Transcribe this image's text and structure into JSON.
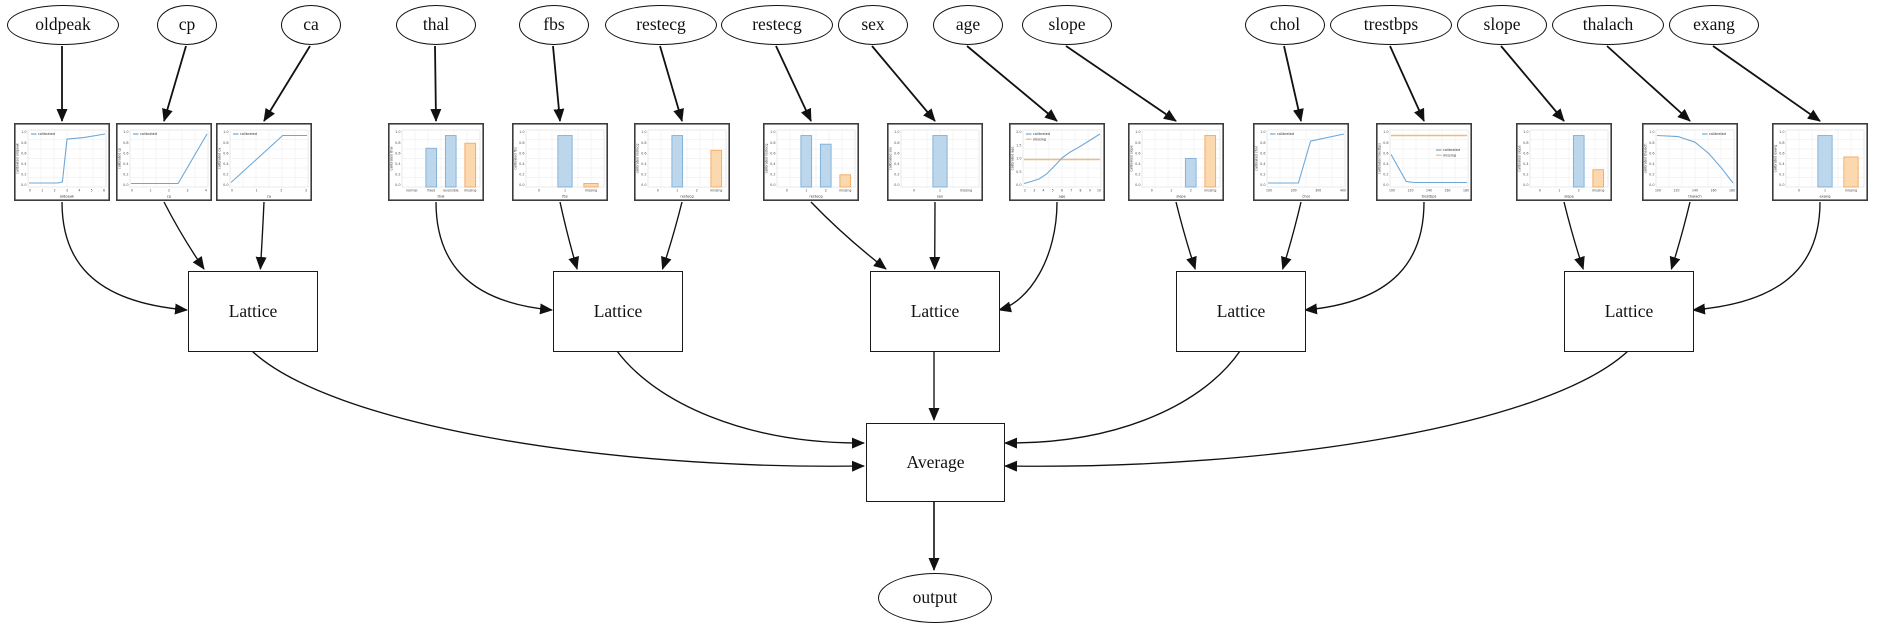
{
  "diagram": {
    "inputs": [
      {
        "label": "oldpeak"
      },
      {
        "label": "cp"
      },
      {
        "label": "ca"
      },
      {
        "label": "thal"
      },
      {
        "label": "fbs"
      },
      {
        "label": "restecg"
      },
      {
        "label": "restecg"
      },
      {
        "label": "sex"
      },
      {
        "label": "age"
      },
      {
        "label": "slope"
      },
      {
        "label": "chol"
      },
      {
        "label": "trestbps"
      },
      {
        "label": "slope"
      },
      {
        "label": "thalach"
      },
      {
        "label": "exang"
      }
    ],
    "lattices": [
      {
        "label": "Lattice",
        "input_indexes": [
          0,
          1,
          2
        ]
      },
      {
        "label": "Lattice",
        "input_indexes": [
          3,
          4,
          5
        ]
      },
      {
        "label": "Lattice",
        "input_indexes": [
          6,
          7,
          8
        ]
      },
      {
        "label": "Lattice",
        "input_indexes": [
          9,
          10,
          11
        ]
      },
      {
        "label": "Lattice",
        "input_indexes": [
          12,
          13,
          14
        ]
      }
    ],
    "average": {
      "label": "Average"
    },
    "output": {
      "label": "output"
    }
  },
  "colors": {
    "calibrated_line": "#6fa8d6",
    "missing_line": "#f4b97d",
    "bar_blue_fill": "#bcd6eb",
    "bar_blue_edge": "#7fb0d8",
    "bar_orange_fill": "#fbd8ae",
    "bar_orange_edge": "#f2a963",
    "edge_color": "#111111",
    "grid_color": "#eaeaea",
    "frame_color": "#3c3c3c"
  },
  "chart_data": [
    {
      "type": "line",
      "feature": "oldpeak",
      "title": "",
      "xlabel": "oldpeak",
      "ylabel": "calibrated oldpeak",
      "legend": [
        "calibrated"
      ],
      "legend_pos": "top-left",
      "yticks": [
        "1.0",
        "0.8",
        "0.6",
        "0.4",
        "0.2",
        "0.0"
      ],
      "xticks": [
        "0",
        "1",
        "2",
        "3",
        "4",
        "5",
        "6"
      ],
      "line": [
        [
          0,
          0.04
        ],
        [
          0.38,
          0.04
        ],
        [
          0.44,
          0.06
        ],
        [
          0.5,
          0.9
        ],
        [
          0.72,
          0.93
        ],
        [
          1,
          1.0
        ]
      ]
    },
    {
      "type": "line",
      "feature": "cp",
      "title": "",
      "xlabel": "cp",
      "ylabel": "calibrated cp",
      "legend": [
        "calibrated"
      ],
      "legend_pos": "top-left",
      "yticks": [
        "1.0",
        "0.8",
        "0.6",
        "0.4",
        "0.2",
        "0.0"
      ],
      "xticks": [
        "0",
        "1",
        "2",
        "3",
        "4"
      ],
      "line": [
        [
          0,
          0.03
        ],
        [
          0.62,
          0.03
        ],
        [
          1,
          1.0
        ]
      ]
    },
    {
      "type": "line",
      "feature": "ca",
      "title": "",
      "xlabel": "ca",
      "ylabel": "calibrated ca",
      "legend": [
        "calibrated"
      ],
      "legend_pos": "top-left",
      "yticks": [
        "1.0",
        "0.8",
        "0.6",
        "0.4",
        "0.2",
        "0.0"
      ],
      "xticks": [
        "0",
        "1",
        "2",
        "3"
      ],
      "line": [
        [
          0,
          0.05
        ],
        [
          0.68,
          0.97
        ],
        [
          1,
          0.97
        ]
      ]
    },
    {
      "type": "bar",
      "feature": "thal",
      "title": "",
      "xlabel": "thal",
      "ylabel": "calibrated thal",
      "legend": [],
      "yticks": [
        "1.0",
        "0.8",
        "0.6",
        "0.4",
        "0.2",
        "0.0"
      ],
      "categories": [
        "normal",
        "fixed",
        "reversible",
        "missing"
      ],
      "values": [
        0,
        0.72,
        0.97,
        0.82
      ],
      "bar_colors": [
        "blue",
        "blue",
        "blue",
        "orange"
      ]
    },
    {
      "type": "bar",
      "feature": "fbs",
      "title": "",
      "xlabel": "fbs",
      "ylabel": "calibrated fbs",
      "legend": [],
      "yticks": [
        "1.0",
        "0.8",
        "0.6",
        "0.4",
        "0.2",
        "0.0"
      ],
      "categories": [
        "0",
        "1",
        "missing"
      ],
      "values": [
        0,
        0.97,
        0.03
      ],
      "bar_colors": [
        "blue",
        "blue",
        "orange"
      ]
    },
    {
      "type": "bar",
      "feature": "restecg",
      "title": "",
      "xlabel": "restecg",
      "ylabel": "calibrated restecg",
      "legend": [],
      "yticks": [
        "1.0",
        "0.8",
        "0.6",
        "0.4",
        "0.2",
        "0.0"
      ],
      "categories": [
        "0",
        "1",
        "2",
        "missing"
      ],
      "values": [
        0,
        0.97,
        0,
        0.68
      ],
      "bar_colors": [
        "blue",
        "blue",
        "blue",
        "orange"
      ]
    },
    {
      "type": "bar",
      "feature": "restecg",
      "title": "",
      "xlabel": "restecg",
      "ylabel": "calibrated restecg",
      "legend": [],
      "yticks": [
        "1.0",
        "0.8",
        "0.6",
        "0.4",
        "0.2",
        "0.0"
      ],
      "categories": [
        "0",
        "1",
        "2",
        "missing"
      ],
      "values": [
        0,
        0.97,
        0.8,
        0.2
      ],
      "bar_colors": [
        "blue",
        "blue",
        "blue",
        "orange"
      ]
    },
    {
      "type": "bar",
      "feature": "sex",
      "title": "",
      "xlabel": "sex",
      "ylabel": "calibrated sex",
      "legend": [],
      "yticks": [
        "1.0",
        "0.8",
        "0.6",
        "0.4",
        "0.2",
        "0.0"
      ],
      "categories": [
        "0",
        "1",
        "missing"
      ],
      "values": [
        0,
        0.97,
        0
      ],
      "bar_colors": [
        "blue",
        "blue",
        "orange"
      ]
    },
    {
      "type": "line",
      "feature": "age",
      "title": "",
      "xlabel": "age",
      "ylabel": "calibrated age",
      "legend": [
        "calibrated",
        "missing"
      ],
      "legend_pos": "top-left",
      "yticks": [
        "2.0",
        "1.5",
        "1.0",
        "0.5",
        "0.0"
      ],
      "xticks": [
        "2",
        "3",
        "4",
        "5",
        "6",
        "7",
        "8",
        "9",
        "10"
      ],
      "line": [
        [
          0,
          0.03
        ],
        [
          0.1,
          0.07
        ],
        [
          0.2,
          0.12
        ],
        [
          0.3,
          0.22
        ],
        [
          0.4,
          0.37
        ],
        [
          0.5,
          0.53
        ],
        [
          0.6,
          0.64
        ],
        [
          0.72,
          0.74
        ],
        [
          0.85,
          0.86
        ],
        [
          1,
          1.0
        ]
      ],
      "missing_level": 0.5
    },
    {
      "type": "bar",
      "feature": "slope",
      "title": "",
      "xlabel": "slope",
      "ylabel": "calibrated slope",
      "legend": [],
      "yticks": [
        "1.0",
        "0.8",
        "0.6",
        "0.4",
        "0.2",
        "0.0"
      ],
      "categories": [
        "0",
        "1",
        "2",
        "missing"
      ],
      "values": [
        0,
        0,
        0.52,
        0.97
      ],
      "bar_colors": [
        "blue",
        "blue",
        "blue",
        "orange"
      ]
    },
    {
      "type": "line",
      "feature": "chol",
      "title": "",
      "xlabel": "chol",
      "ylabel": "calibrated chol",
      "legend": [
        "calibrated"
      ],
      "legend_pos": "top-left",
      "yticks": [
        "1.0",
        "0.8",
        "0.6",
        "0.4",
        "0.2",
        "0.0"
      ],
      "xticks": [
        "100",
        "200",
        "300",
        "400"
      ],
      "line": [
        [
          0,
          0.04
        ],
        [
          0.4,
          0.04
        ],
        [
          0.56,
          0.86
        ],
        [
          1,
          1.0
        ]
      ]
    },
    {
      "type": "line",
      "feature": "trestbps",
      "title": "",
      "xlabel": "trestbps",
      "ylabel": "calibrated trestbps",
      "legend": [
        "calibrated",
        "missing"
      ],
      "legend_pos": "mid-right",
      "yticks": [
        "1.0",
        "0.8",
        "0.6",
        "0.4",
        "0.2",
        "0.0"
      ],
      "xticks": [
        "100",
        "120",
        "140",
        "160",
        "180"
      ],
      "line": [
        [
          0,
          0.6
        ],
        [
          0.2,
          0.07
        ],
        [
          0.3,
          0.05
        ],
        [
          1,
          0.05
        ]
      ],
      "missing_level": 0.97
    },
    {
      "type": "bar",
      "feature": "slope",
      "title": "",
      "xlabel": "slope",
      "ylabel": "calibrated slope",
      "legend": [],
      "yticks": [
        "1.0",
        "0.8",
        "0.6",
        "0.4",
        "0.2",
        "0.0"
      ],
      "categories": [
        "0",
        "1",
        "2",
        "missing"
      ],
      "values": [
        0,
        0,
        0.97,
        0.3
      ],
      "bar_colors": [
        "blue",
        "blue",
        "blue",
        "orange"
      ]
    },
    {
      "type": "line",
      "feature": "thalach",
      "title": "",
      "xlabel": "thalach",
      "ylabel": "calibrated thalach",
      "legend": [
        "calibrated"
      ],
      "legend_pos": "top-right",
      "yticks": [
        "1.0",
        "0.8",
        "0.6",
        "0.4",
        "0.2",
        "0.0"
      ],
      "xticks": [
        "100",
        "120",
        "140",
        "160",
        "180"
      ],
      "line": [
        [
          0,
          0.97
        ],
        [
          0.28,
          0.95
        ],
        [
          0.5,
          0.84
        ],
        [
          0.68,
          0.62
        ],
        [
          0.85,
          0.33
        ],
        [
          1,
          0.04
        ]
      ]
    },
    {
      "type": "bar",
      "feature": "exang",
      "title": "",
      "xlabel": "exang",
      "ylabel": "calibrated exang",
      "legend": [],
      "yticks": [
        "1.0",
        "0.8",
        "0.6",
        "0.4",
        "0.2",
        "0.0"
      ],
      "categories": [
        "0",
        "1",
        "missing"
      ],
      "values": [
        0,
        0.97,
        0.55
      ],
      "bar_colors": [
        "blue",
        "blue",
        "orange"
      ]
    }
  ]
}
